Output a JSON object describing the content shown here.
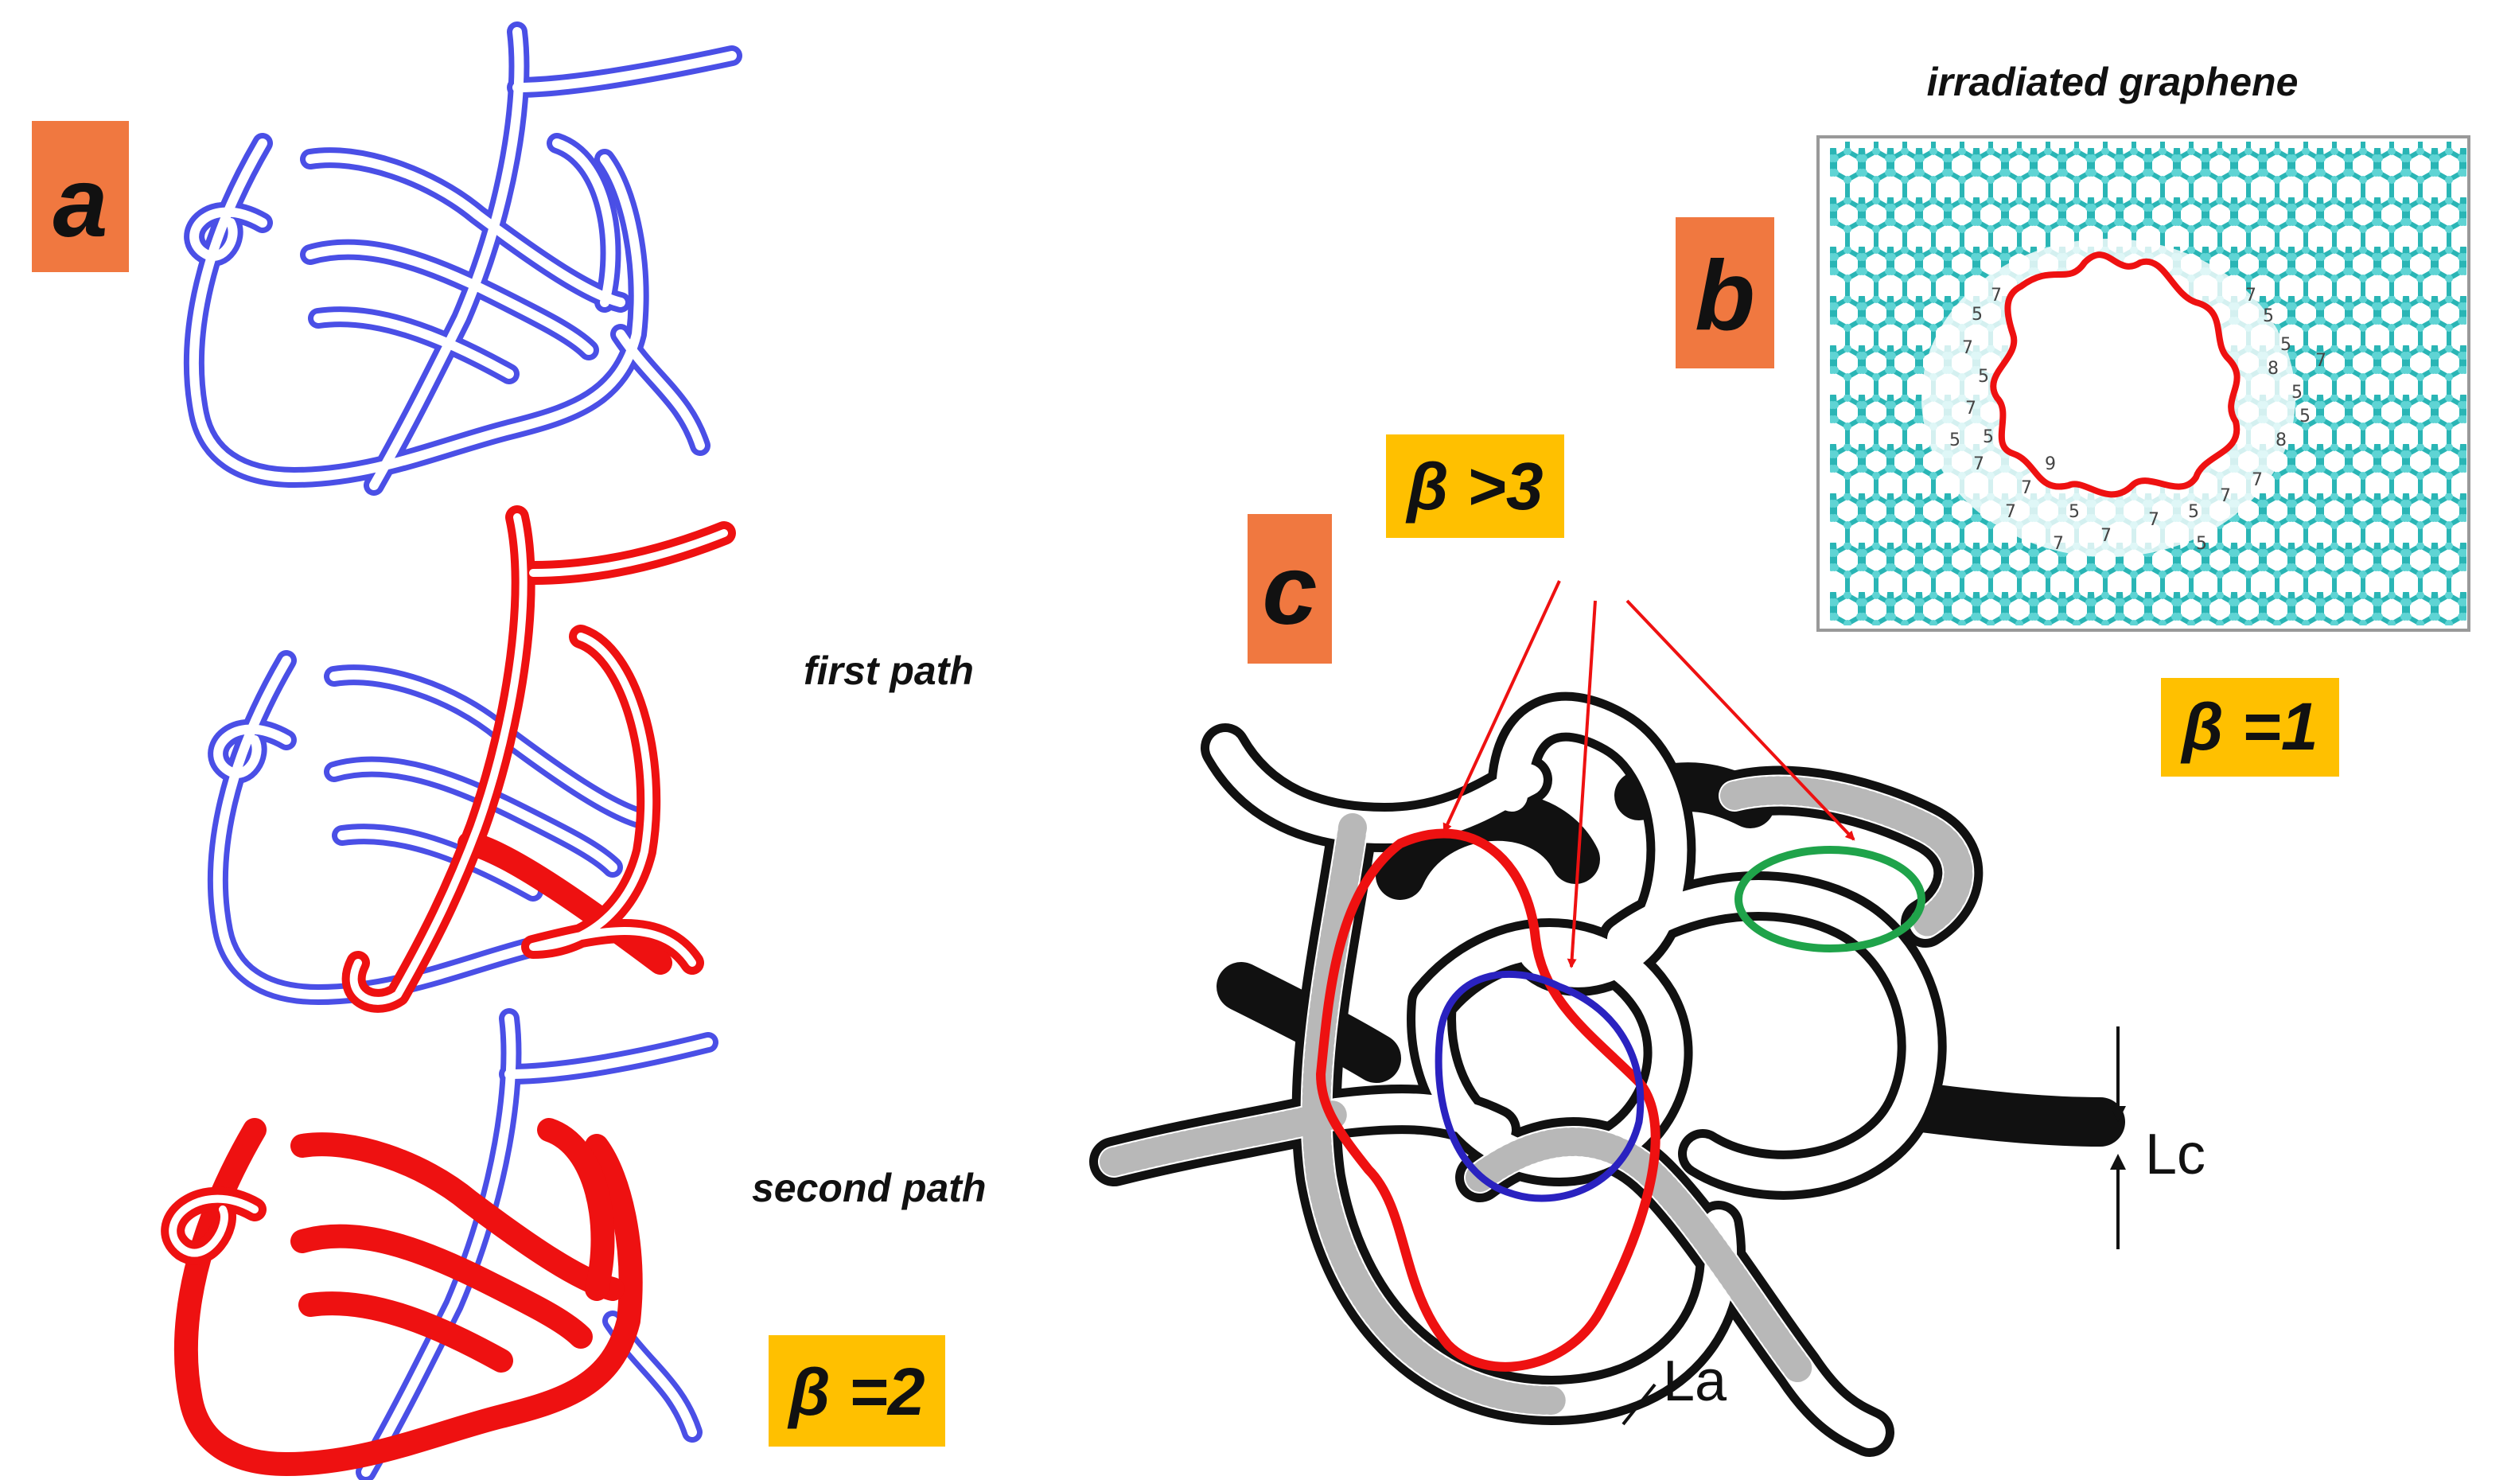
{
  "panels": {
    "a": {
      "tag": "a",
      "first_path_label": "first path",
      "second_path_label": "second path",
      "beta_label": "β =2"
    },
    "b": {
      "tag": "b",
      "title": "irradiated graphene",
      "beta_label": "β =1",
      "ring_numbers": [
        "7",
        "5",
        "7",
        "5",
        "7",
        "5",
        "7",
        "7",
        "5",
        "5",
        "8",
        "9",
        "7",
        "5",
        "7",
        "7",
        "5",
        "7",
        "7",
        "5",
        "5",
        "8",
        "5",
        "7",
        "7",
        "5",
        "7"
      ]
    },
    "c": {
      "tag": "c",
      "beta_label": "β >3",
      "lc_label": "Lc",
      "la_label": "La"
    }
  },
  "colors": {
    "tag_bg": "#f07840",
    "beta_bg": "#ffc000",
    "loop_blue": "#4a4fe6",
    "path_red": "#ee1111",
    "graphene_cyan": "#2ab5b5",
    "cycle_green": "#1fa34a",
    "cycle_blue": "#2a22c0"
  }
}
